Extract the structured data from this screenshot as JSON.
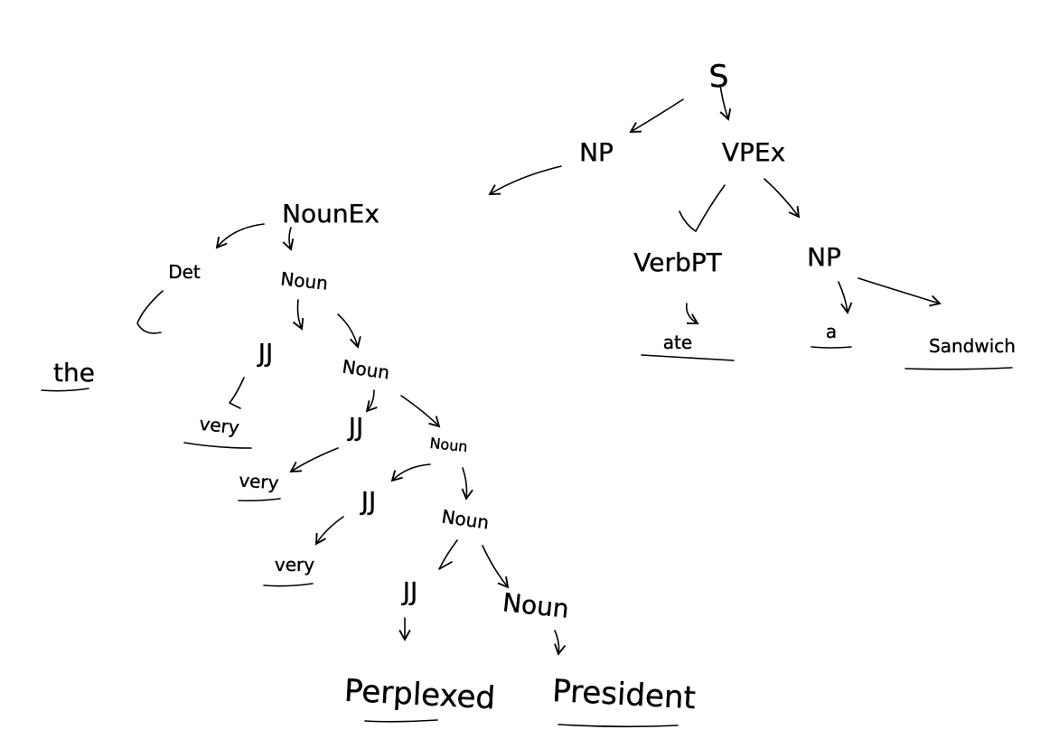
{
  "diagram": {
    "nodes": {
      "s": "S",
      "np_top": "NP",
      "vpex": "VPEx",
      "nounex": "NounEx",
      "det": "Det",
      "noun_1": "Noun",
      "jj_1": "JJ",
      "noun_2": "Noun",
      "jj_2": "JJ",
      "noun_3": "Noun",
      "jj_3": "JJ",
      "noun_4": "Noun",
      "jj_4": "JJ",
      "noun_5": "Noun",
      "verbpt": "VerbPT",
      "np_obj": "NP"
    },
    "words": {
      "the": "the",
      "very_1": "very",
      "very_2": "very",
      "very_3": "very",
      "perplexed": "Perplexed",
      "president": "President",
      "ate": "ate",
      "a": "a",
      "sandwich": "Sandwich"
    },
    "stroke_color": "#000000",
    "background_color": "#ffffff"
  }
}
